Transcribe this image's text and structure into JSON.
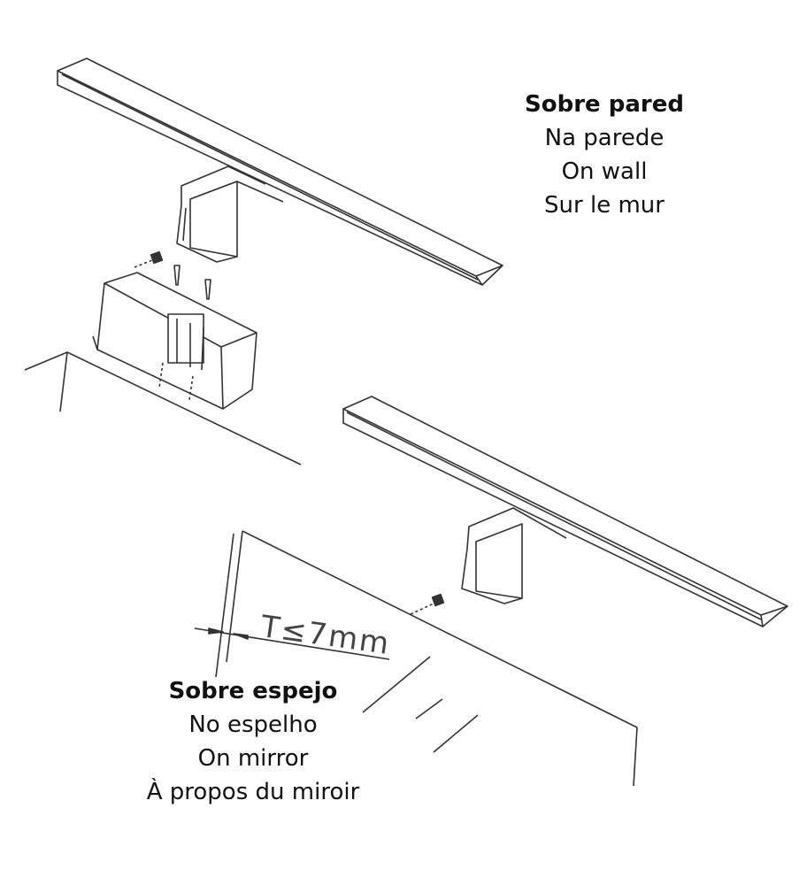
{
  "wall_label": {
    "title": "Sobre pared",
    "lines": [
      "Na parede",
      "On wall",
      "Sur le mur"
    ]
  },
  "mirror_label": {
    "title": "Sobre espejo",
    "lines": [
      "No espelho",
      "On mirror",
      "À propos du miroir"
    ]
  },
  "dimension": "T≤7mm",
  "colors": {
    "line": "#333333",
    "text": "#111111"
  }
}
